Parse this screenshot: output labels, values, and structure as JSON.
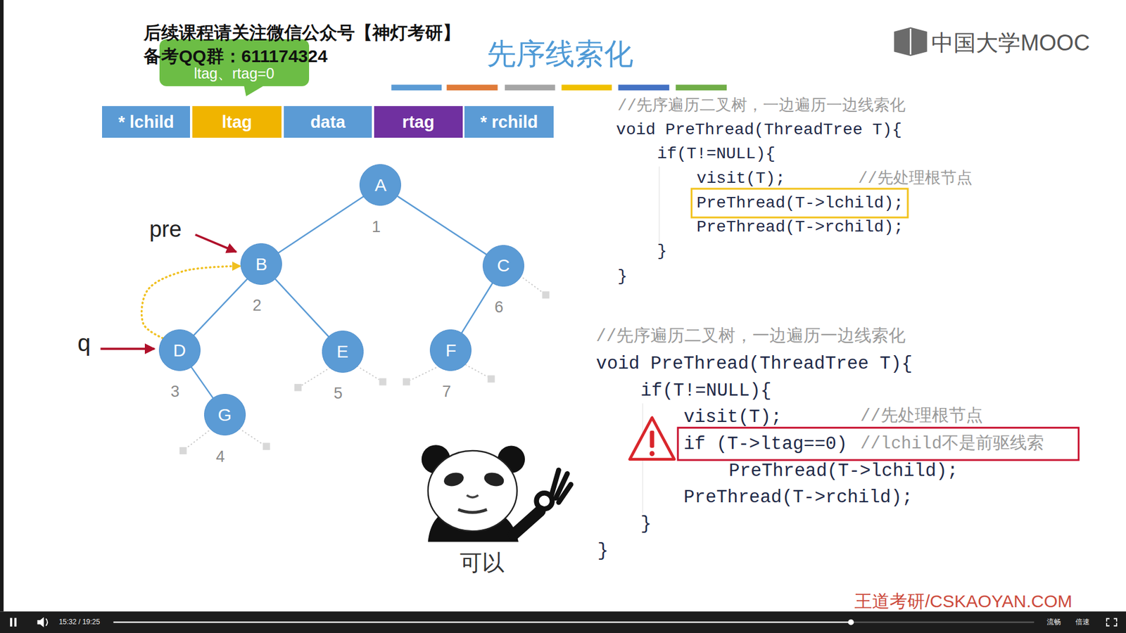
{
  "diagram": {
    "title": "先序线索化",
    "nodes": [
      {
        "text": [
          "ltag、rtag=0"
        ]
      },
      {
        "text": [
          "* lchild"
        ]
      },
      {
        "text": [
          "ltag"
        ]
      },
      {
        "text": [
          "data"
        ]
      },
      {
        "text": [
          "rtag"
        ]
      },
      {
        "text": [
          "* rchild"
        ]
      },
      {
        "text": [
          "A",
          "1"
        ]
      },
      {
        "text": [
          "B",
          "2"
        ]
      },
      {
        "text": [
          "C",
          "6"
        ]
      },
      {
        "text": [
          "D",
          "3"
        ]
      },
      {
        "text": [
          "E",
          "5"
        ]
      },
      {
        "text": [
          "F",
          "7"
        ]
      },
      {
        "text": [
          "G",
          "4"
        ]
      }
    ],
    "edges": [
      {
        "from": 6,
        "to": 7,
        "arrow": "none"
      },
      {
        "from": 6,
        "to": 8,
        "arrow": "none"
      },
      {
        "from": 7,
        "to": 9,
        "arrow": "none"
      },
      {
        "from": 7,
        "to": 10,
        "arrow": "none"
      },
      {
        "from": 8,
        "to": 11,
        "arrow": "none"
      },
      {
        "from": 9,
        "to": 12,
        "arrow": "none"
      },
      {
        "from": 9,
        "to": 7,
        "arrow": "to"
      }
    ],
    "labels": [
      "后续课程请关注微信公众号【神灯考研】",
      "备考QQ群：611174324",
      "中国大学MOOC",
      "pre",
      "q",
      "//先序遍历二叉树，一边遍历一边线索化",
      "void PreThread(ThreadTree T){",
      "if(T!=NULL){",
      "visit(T);",
      "//先处理根节点",
      "PreThread(T->lchild);",
      "PreThread(T->rchild);",
      "}",
      "}",
      "//先序遍历二叉树，一边遍历一边线索化",
      "void PreThread(ThreadTree T){",
      "if(T!=NULL){",
      "visit(T);",
      "//先处理根节点",
      "if (T->ltag==0)",
      "//lchild不是前驱线索",
      "PreThread(T->lchild);",
      "PreThread(T->rchild);",
      "}",
      "}",
      "可以",
      "王道考研/CSKAOYAN.COM",
      "15:32 / 19:25",
      "流畅",
      "倍速"
    ]
  }
}
